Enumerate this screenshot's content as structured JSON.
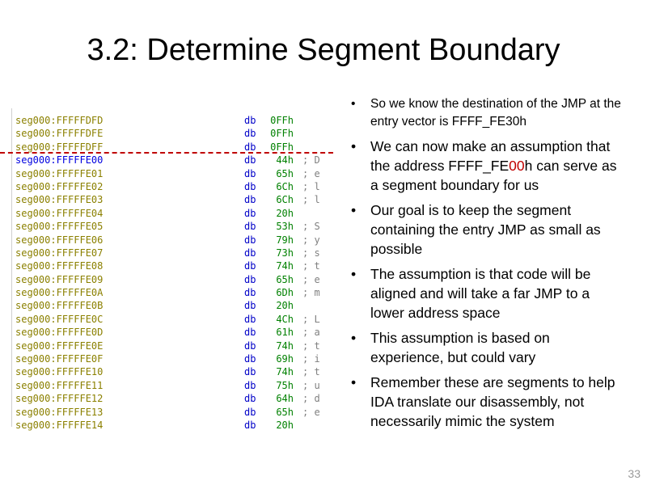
{
  "slide": {
    "title": "3.2: Determine Segment Boundary",
    "page_number": "33"
  },
  "disassembly": {
    "current_address": "seg000:FFFFFE00",
    "rows": [
      {
        "addr": "seg000:FFFFFDFD",
        "op": "db",
        "val": "0FFh",
        "cmt": ""
      },
      {
        "addr": "seg000:FFFFFDFE",
        "op": "db",
        "val": "0FFh",
        "cmt": ""
      },
      {
        "addr": "seg000:FFFFFDFF",
        "op": "db",
        "val": "0FFh",
        "cmt": ""
      },
      {
        "addr": "seg000:FFFFFE00",
        "op": "db",
        "val": "44h",
        "cmt": "; D"
      },
      {
        "addr": "seg000:FFFFFE01",
        "op": "db",
        "val": "65h",
        "cmt": "; e"
      },
      {
        "addr": "seg000:FFFFFE02",
        "op": "db",
        "val": "6Ch",
        "cmt": "; l"
      },
      {
        "addr": "seg000:FFFFFE03",
        "op": "db",
        "val": "6Ch",
        "cmt": "; l"
      },
      {
        "addr": "seg000:FFFFFE04",
        "op": "db",
        "val": "20h",
        "cmt": ""
      },
      {
        "addr": "seg000:FFFFFE05",
        "op": "db",
        "val": "53h",
        "cmt": "; S"
      },
      {
        "addr": "seg000:FFFFFE06",
        "op": "db",
        "val": "79h",
        "cmt": "; y"
      },
      {
        "addr": "seg000:FFFFFE07",
        "op": "db",
        "val": "73h",
        "cmt": "; s"
      },
      {
        "addr": "seg000:FFFFFE08",
        "op": "db",
        "val": "74h",
        "cmt": "; t"
      },
      {
        "addr": "seg000:FFFFFE09",
        "op": "db",
        "val": "65h",
        "cmt": "; e"
      },
      {
        "addr": "seg000:FFFFFE0A",
        "op": "db",
        "val": "6Dh",
        "cmt": "; m"
      },
      {
        "addr": "seg000:FFFFFE0B",
        "op": "db",
        "val": "20h",
        "cmt": ""
      },
      {
        "addr": "seg000:FFFFFE0C",
        "op": "db",
        "val": "4Ch",
        "cmt": "; L"
      },
      {
        "addr": "seg000:FFFFFE0D",
        "op": "db",
        "val": "61h",
        "cmt": "; a"
      },
      {
        "addr": "seg000:FFFFFE0E",
        "op": "db",
        "val": "74h",
        "cmt": "; t"
      },
      {
        "addr": "seg000:FFFFFE0F",
        "op": "db",
        "val": "69h",
        "cmt": "; i"
      },
      {
        "addr": "seg000:FFFFFE10",
        "op": "db",
        "val": "74h",
        "cmt": "; t"
      },
      {
        "addr": "seg000:FFFFFE11",
        "op": "db",
        "val": "75h",
        "cmt": "; u"
      },
      {
        "addr": "seg000:FFFFFE12",
        "op": "db",
        "val": "64h",
        "cmt": "; d"
      },
      {
        "addr": "seg000:FFFFFE13",
        "op": "db",
        "val": "65h",
        "cmt": "; e"
      },
      {
        "addr": "seg000:FFFFFE14",
        "op": "db",
        "val": "20h",
        "cmt": ""
      }
    ]
  },
  "bullets": {
    "b1": "So we know the destination of the JMP at the entry vector is FFFF_FE30h",
    "b2_before": "We can now make an assumption that the address FFFF_FE",
    "b2_highlight": "00",
    "b2_after": "h can serve as a segment boundary for us",
    "b3": "Our goal is to keep the segment containing the entry JMP as small as possible",
    "b4": "The assumption is that code will be aligned and will take a far JMP to a lower address space",
    "b5": "This assumption is based on experience, but could vary",
    "b6": "Remember these are segments to help IDA translate our disassembly, not necessarily mimic the system",
    "bullet_glyph": "•"
  },
  "colors": {
    "address": "#8b8000",
    "current_address": "#0000e0",
    "directive": "#0000c8",
    "value": "#008000",
    "comment": "#808080",
    "boundary_line": "#c00000"
  }
}
